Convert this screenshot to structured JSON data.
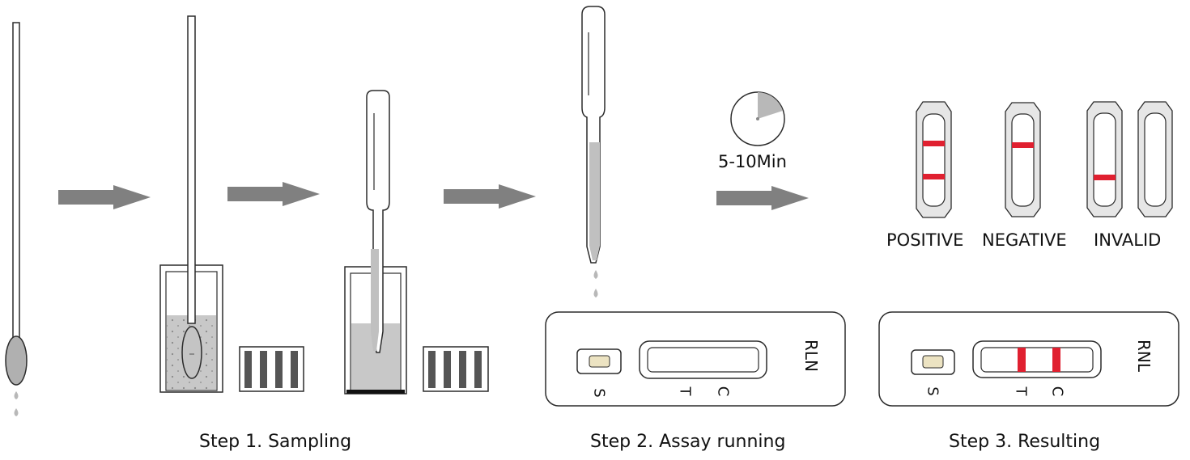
{
  "timer": {
    "label": "5-10Min"
  },
  "results": {
    "positive": "POSITIVE",
    "negative": "NEGATIVE",
    "invalid": "INVALID"
  },
  "cassette_step2": {
    "s": "S",
    "t": "T",
    "c": "C",
    "brand": "RLN"
  },
  "cassette_step3": {
    "s": "S",
    "t": "T",
    "c": "C",
    "brand": "RNL"
  },
  "steps": {
    "sampling": "Step 1. Sampling",
    "assay": "Step 2. Assay running",
    "result": "Step 3. Resulting"
  },
  "colors": {
    "line": "#2b2b2b",
    "arrow": "#808080",
    "liquid": "#c8c8c8",
    "cassette_fill": "#e6e6e6",
    "band": "#e02030",
    "sample_pad": "#ece3c2"
  }
}
